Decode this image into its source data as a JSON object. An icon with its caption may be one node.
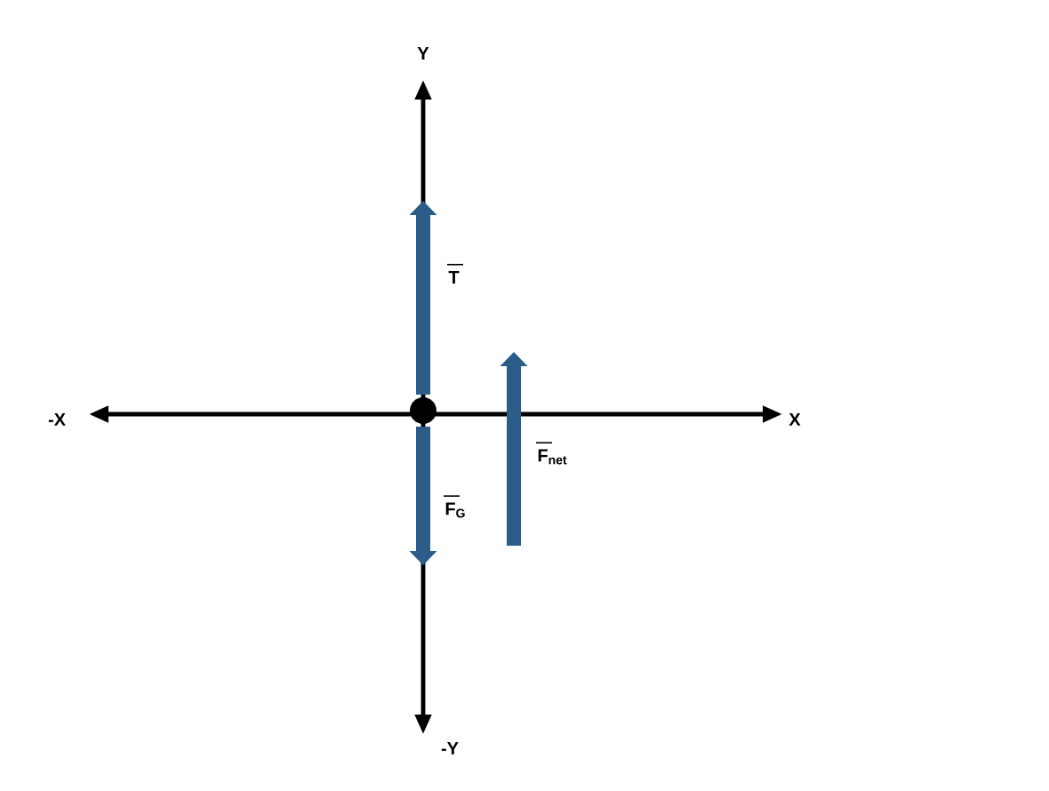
{
  "diagram": {
    "nodes": [
      {
        "text": [],
        "shape": "circle"
      }
    ],
    "labels": [
      "Y",
      "-X",
      "X",
      "-Y",
      "T",
      "F$_{G}$",
      "F$_{net}$"
    ]
  }
}
